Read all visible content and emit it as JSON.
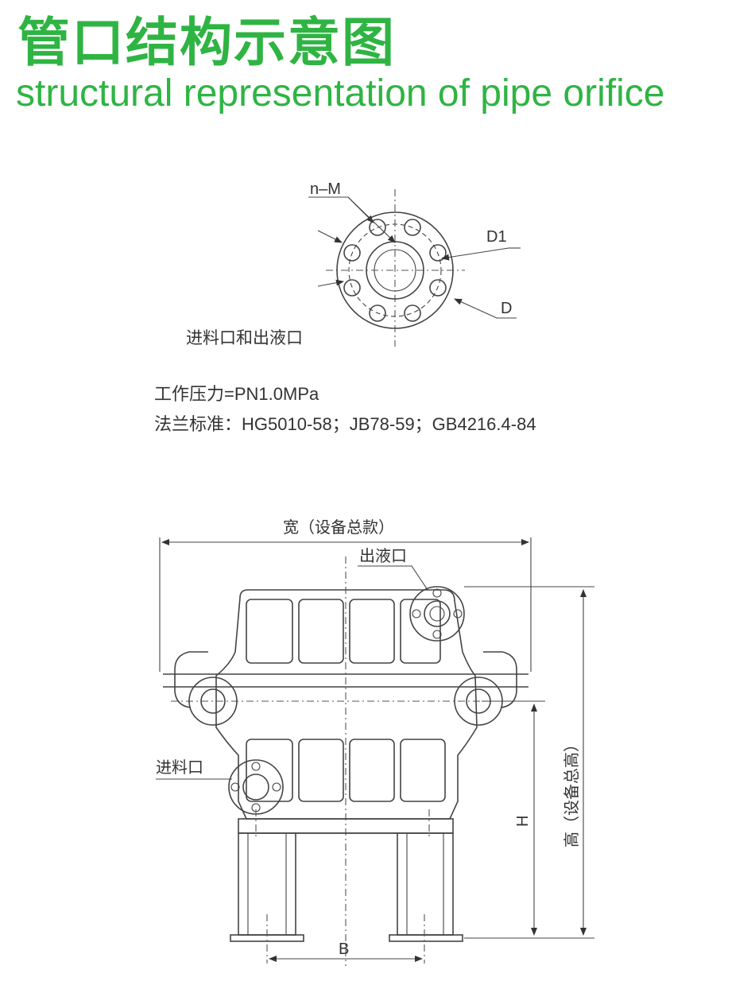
{
  "title": {
    "cn": "管口结构示意图",
    "en": "structural representation of pipe orifice"
  },
  "flange_detail": {
    "label_nm": "n–M",
    "label_d1": "D1",
    "label_d": "D",
    "caption": "进料口和出液口"
  },
  "specs": {
    "pressure": "工作压力=PN1.0MPa",
    "standard": "法兰标准：HG5010-58；JB78-59；GB4216.4-84"
  },
  "assembly": {
    "width_label": "宽（设备总款）",
    "outlet_label": "出液口",
    "inlet_label": "进料口",
    "height_total_label": "高（设备总高）",
    "height_h_label": "H",
    "base_b_label": "B"
  },
  "colors": {
    "title_green": "#2fb443",
    "line_gray": "#444444"
  }
}
